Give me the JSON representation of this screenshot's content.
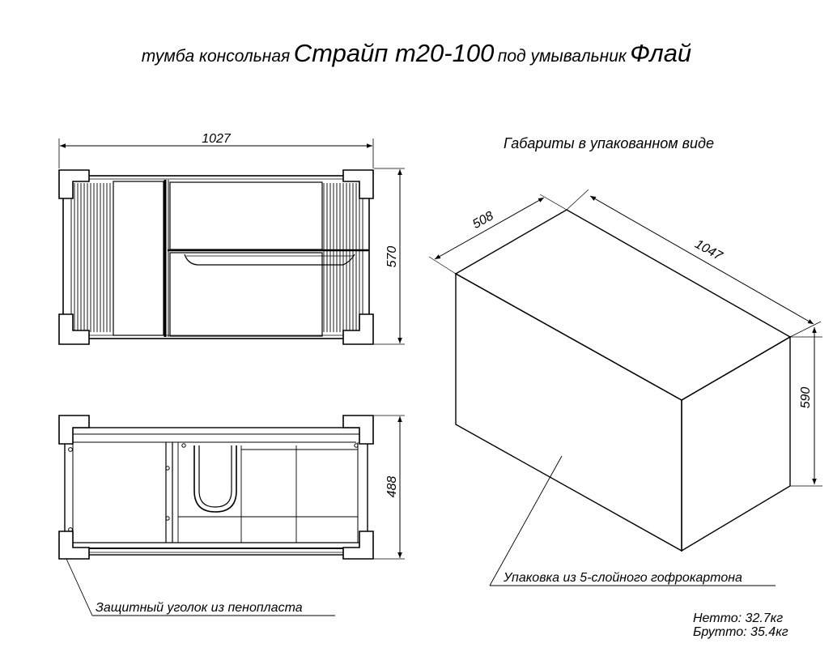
{
  "title": {
    "prefix": "тумба консольная",
    "model": "Страйп т20-100",
    "middle": "под умывальник",
    "basin": "Флай"
  },
  "front_view": {
    "width": "1027",
    "height": "570"
  },
  "top_view": {
    "depth": "488",
    "corner_label": "Защитный уголок из пенопласта"
  },
  "package": {
    "heading": "Габариты в упакованном виде",
    "depth": "508",
    "length": "1047",
    "height": "590",
    "material": "Упаковка из 5-слойного гофрокартона"
  },
  "weights": {
    "net": "Нетто: 32.7кг",
    "gross": "Брутто: 35.4кг"
  }
}
